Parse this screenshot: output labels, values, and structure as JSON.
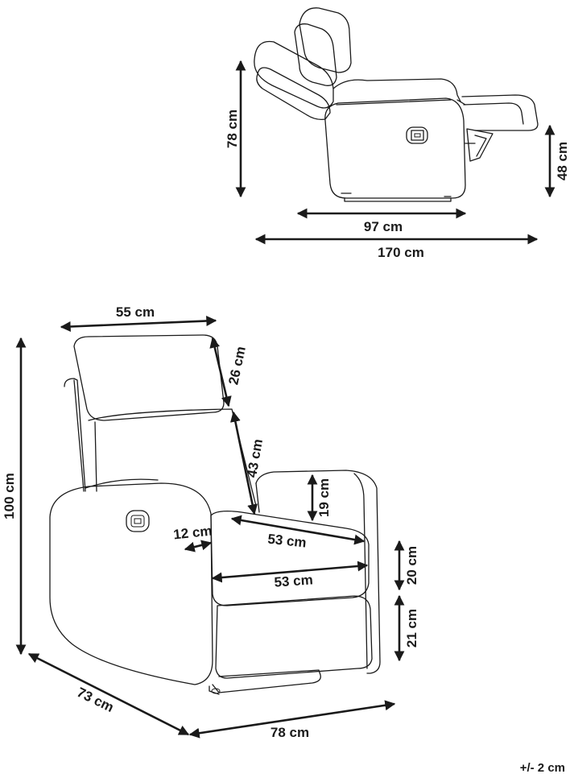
{
  "side_view": {
    "height": "78 cm",
    "seat_height": "48 cm",
    "depth": "97 cm",
    "reclined_length": "170 cm"
  },
  "front_view": {
    "width": "55 cm",
    "headrest": "26 cm",
    "backrest": "43 cm",
    "armrest_height": "19 cm",
    "seat_diagonal": "53 cm",
    "arm_width": "12 cm",
    "seat_width": "53 cm",
    "seat_cushion": "20 cm",
    "base_height": "21 cm",
    "total_height": "100 cm",
    "depth": "73 cm",
    "overall_width": "78 cm"
  },
  "tolerance": "+/- 2 cm"
}
